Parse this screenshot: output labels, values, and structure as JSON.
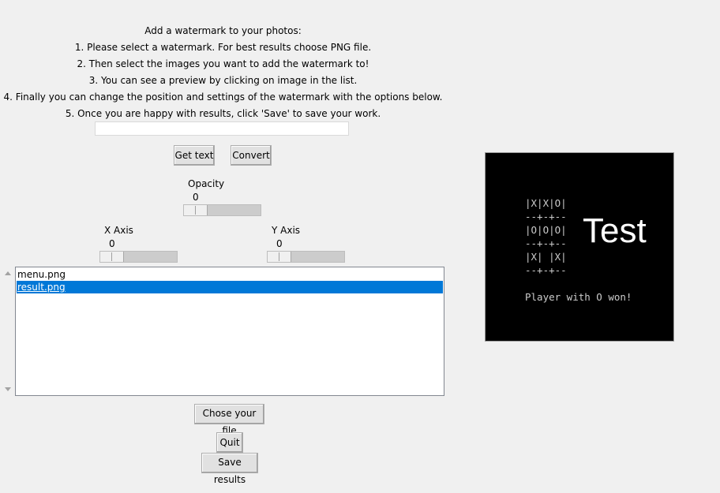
{
  "instructions": [
    "Add a watermark to your photos:",
    "1. Please select a watermark. For best results choose PNG file.",
    "2. Then select the images you want to add the watermark to!",
    "3. You can see a preview by clicking on image in the list.",
    "4. Finally you can change the position and settings of the watermark with the options below.",
    "5. Once you are happy with results, click 'Save' to save your work."
  ],
  "text_entry": {
    "value": ""
  },
  "buttons": {
    "get_text": "Get text",
    "convert": "Convert",
    "choose_file": "Chose your file",
    "quit": "Quit",
    "save_results": "Save results"
  },
  "sliders": {
    "opacity": {
      "label": "Opacity",
      "value": "0",
      "level": 0
    },
    "x_axis": {
      "label": "X Axis",
      "value": "0",
      "level": 0
    },
    "y_axis": {
      "label": "Y Axis",
      "value": "0",
      "level": 0
    }
  },
  "file_list": {
    "items": [
      {
        "name": "menu.png",
        "selected": false
      },
      {
        "name": "result.png",
        "selected": true
      }
    ]
  },
  "preview": {
    "console_lines": [
      "|X|X|O|",
      "--+-+--",
      "|O|O|O|",
      "--+-+--",
      "|X| |X|",
      "--+-+--",
      "Player with O won!"
    ],
    "watermark": "Test"
  },
  "colors": {
    "window_bg": "#f0f0f0",
    "selection": "#0078d7",
    "preview_bg": "#000000",
    "console_text": "#cccccc",
    "watermark_text": "#ffffff"
  }
}
